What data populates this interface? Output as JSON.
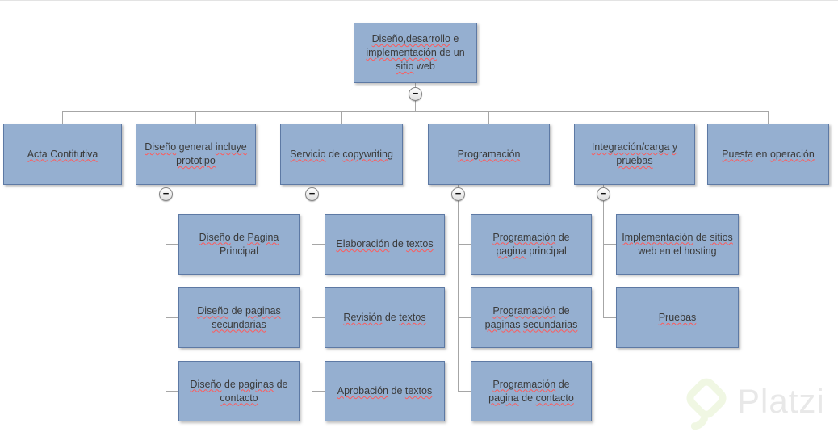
{
  "ui": {
    "collapse_symbol": "−",
    "collapse_state": "expanded"
  },
  "colors": {
    "node_fill": "#95afd0",
    "node_border": "#5d79a4",
    "connector": "#a6a6a6",
    "misspell_underline": "#ff5a5a",
    "node_text": "#3a3a3a",
    "watermark_text": "#e8e8e8",
    "watermark_logo_green": "#98ca3f"
  },
  "watermark": {
    "brand_name": "Platzi"
  },
  "tree": {
    "root": {
      "label": "Diseño,desarrollo e implementación de un sitio web",
      "segments": [
        {
          "t": "Diseño,desarrollo",
          "m": true
        },
        {
          "t": " e ",
          "m": false
        },
        {
          "t": "implementación",
          "m": true
        },
        {
          "t": " de un ",
          "m": false
        },
        {
          "t": "sitio",
          "m": true
        },
        {
          "t": " web",
          "m": false
        }
      ],
      "children": [
        {
          "label": "Acta Contitutiva",
          "segments": [
            {
              "t": "Acta",
              "m": true
            },
            {
              "t": " ",
              "m": false
            },
            {
              "t": "Contitutiva",
              "m": true
            }
          ],
          "children": []
        },
        {
          "label": "Diseño general incluye prototipo",
          "segments": [
            {
              "t": "Diseño",
              "m": true
            },
            {
              "t": " general ",
              "m": false
            },
            {
              "t": "incluye",
              "m": true
            },
            {
              "t": " ",
              "m": false
            },
            {
              "t": "prototipo",
              "m": true
            }
          ],
          "children": [
            {
              "label": "Diseño de Pagina Principal",
              "segments": [
                {
                  "t": "Diseño",
                  "m": true
                },
                {
                  "t": " de ",
                  "m": false
                },
                {
                  "t": "Pagina",
                  "m": true
                },
                {
                  "t": " Principal",
                  "m": false
                }
              ]
            },
            {
              "label": "Diseño de paginas secundarias",
              "segments": [
                {
                  "t": "Diseño",
                  "m": true
                },
                {
                  "t": " de ",
                  "m": false
                },
                {
                  "t": "paginas",
                  "m": true
                },
                {
                  "t": " ",
                  "m": false
                },
                {
                  "t": "secundarias",
                  "m": true
                }
              ]
            },
            {
              "label": "Diseño de paginas de contacto",
              "segments": [
                {
                  "t": "Diseño",
                  "m": true
                },
                {
                  "t": " de ",
                  "m": false
                },
                {
                  "t": "paginas",
                  "m": true
                },
                {
                  "t": " de ",
                  "m": false
                },
                {
                  "t": "contacto",
                  "m": true
                }
              ]
            }
          ]
        },
        {
          "label": "Servicio de copywriting",
          "segments": [
            {
              "t": "Servicio",
              "m": true
            },
            {
              "t": " de ",
              "m": false
            },
            {
              "t": "copywriting",
              "m": true
            }
          ],
          "children": [
            {
              "label": "Elaboración de textos",
              "segments": [
                {
                  "t": "Elaboración",
                  "m": true
                },
                {
                  "t": " de ",
                  "m": false
                },
                {
                  "t": "textos",
                  "m": true
                }
              ]
            },
            {
              "label": "Revisión de textos",
              "segments": [
                {
                  "t": "Revisión",
                  "m": true
                },
                {
                  "t": " de ",
                  "m": false
                },
                {
                  "t": "textos",
                  "m": true
                }
              ]
            },
            {
              "label": "Aprobación de textos",
              "segments": [
                {
                  "t": "Aprobación",
                  "m": true
                },
                {
                  "t": " de ",
                  "m": false
                },
                {
                  "t": "textos",
                  "m": true
                }
              ]
            }
          ]
        },
        {
          "label": "Programación",
          "segments": [
            {
              "t": "Programación",
              "m": true
            }
          ],
          "children": [
            {
              "label": "Programación de pagina principal",
              "segments": [
                {
                  "t": "Programación",
                  "m": true
                },
                {
                  "t": " de ",
                  "m": false
                },
                {
                  "t": "pagina",
                  "m": true
                },
                {
                  "t": " principal",
                  "m": false
                }
              ]
            },
            {
              "label": "Programación de paginas secundarias",
              "segments": [
                {
                  "t": "Programación",
                  "m": true
                },
                {
                  "t": " de ",
                  "m": false
                },
                {
                  "t": "paginas",
                  "m": true
                },
                {
                  "t": " ",
                  "m": false
                },
                {
                  "t": "secundarias",
                  "m": true
                }
              ]
            },
            {
              "label": "Programación de pagina de contacto",
              "segments": [
                {
                  "t": "Programación",
                  "m": true
                },
                {
                  "t": " de ",
                  "m": false
                },
                {
                  "t": "pagina",
                  "m": true
                },
                {
                  "t": " de ",
                  "m": false
                },
                {
                  "t": "contacto",
                  "m": true
                }
              ]
            }
          ]
        },
        {
          "label": "Integración/carga y pruebas",
          "segments": [
            {
              "t": "Integración/carga",
              "m": true
            },
            {
              "t": " ",
              "m": false
            },
            {
              "t": "y",
              "m": true
            },
            {
              "t": " ",
              "m": false
            },
            {
              "t": "pruebas",
              "m": true
            }
          ],
          "children": [
            {
              "label": "Implementación de sitios web en el hosting",
              "segments": [
                {
                  "t": "Implementación",
                  "m": true
                },
                {
                  "t": " de ",
                  "m": false
                },
                {
                  "t": "sitios",
                  "m": true
                },
                {
                  "t": " web en el hosting",
                  "m": false
                }
              ]
            },
            {
              "label": "Pruebas",
              "segments": [
                {
                  "t": "Pruebas",
                  "m": true
                }
              ]
            }
          ]
        },
        {
          "label": "Puesta en operación",
          "segments": [
            {
              "t": "Puesta",
              "m": true
            },
            {
              "t": " en ",
              "m": false
            },
            {
              "t": "operación",
              "m": true
            }
          ],
          "children": []
        }
      ]
    }
  }
}
